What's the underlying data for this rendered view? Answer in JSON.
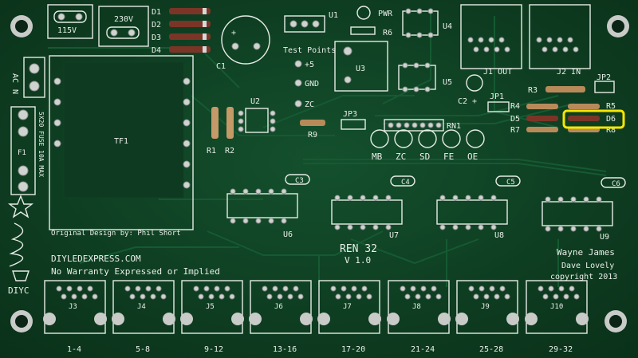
{
  "board": {
    "title": "REN 32",
    "version": "V 1.0",
    "website": "DIYLEDEXPRESS.COM",
    "warranty": "No Warranty Expressed or Implied",
    "original_design": "Original Design by: Phil Short",
    "author1": "Wayne James",
    "author2": "Dave Lovely",
    "copyright": "copyright 2013",
    "logo_text": "DIYC"
  },
  "power": {
    "v115": "115V",
    "v230": "230V",
    "ac": "AC",
    "n": "N",
    "fuse_label": "5X20 FUSE 10A MAX",
    "fuse": "F1",
    "transformer": "TF1"
  },
  "labels": {
    "d1": "D1",
    "d2": "D2",
    "d3": "D3",
    "d4": "D4",
    "u1": "U1",
    "pwr": "PWR",
    "r6": "R6",
    "u4": "U4",
    "c1": "C1",
    "test_points": "Test Points",
    "tp5": "+5",
    "gnd": "GND",
    "zc": "ZC",
    "u3": "U3",
    "u5": "U5",
    "u2": "U2",
    "r1": "R1",
    "r2": "R2",
    "r9": "R9",
    "jp3": "JP3",
    "rn1": "RN1",
    "mb": "MB",
    "zc2": "ZC",
    "sd": "SD",
    "fe": "FE",
    "oe": "OE",
    "c2": "C2 +",
    "jp1": "JP1",
    "j1": "J1 OUT",
    "j2": "J2 IN",
    "r3": "R3",
    "jp2": "JP2",
    "r4": "R4",
    "d5": "D5",
    "r7": "R7",
    "r5": "R5",
    "d6": "D6",
    "r8": "R8",
    "c3": "C3",
    "c4": "C4",
    "c5": "C5",
    "c6": "C6",
    "u6": "U6",
    "u7": "U7",
    "u8": "U8",
    "u9": "U9"
  },
  "connectors": [
    {
      "name": "J3",
      "range": "1-4"
    },
    {
      "name": "J4",
      "range": "5-8"
    },
    {
      "name": "J5",
      "range": "9-12"
    },
    {
      "name": "J6",
      "range": "13-16"
    },
    {
      "name": "J7",
      "range": "17-20"
    },
    {
      "name": "J8",
      "range": "21-24"
    },
    {
      "name": "J9",
      "range": "25-28"
    },
    {
      "name": "J10",
      "range": "29-32"
    }
  ],
  "highlight": {
    "color": "#f5e600",
    "label": "D6"
  }
}
